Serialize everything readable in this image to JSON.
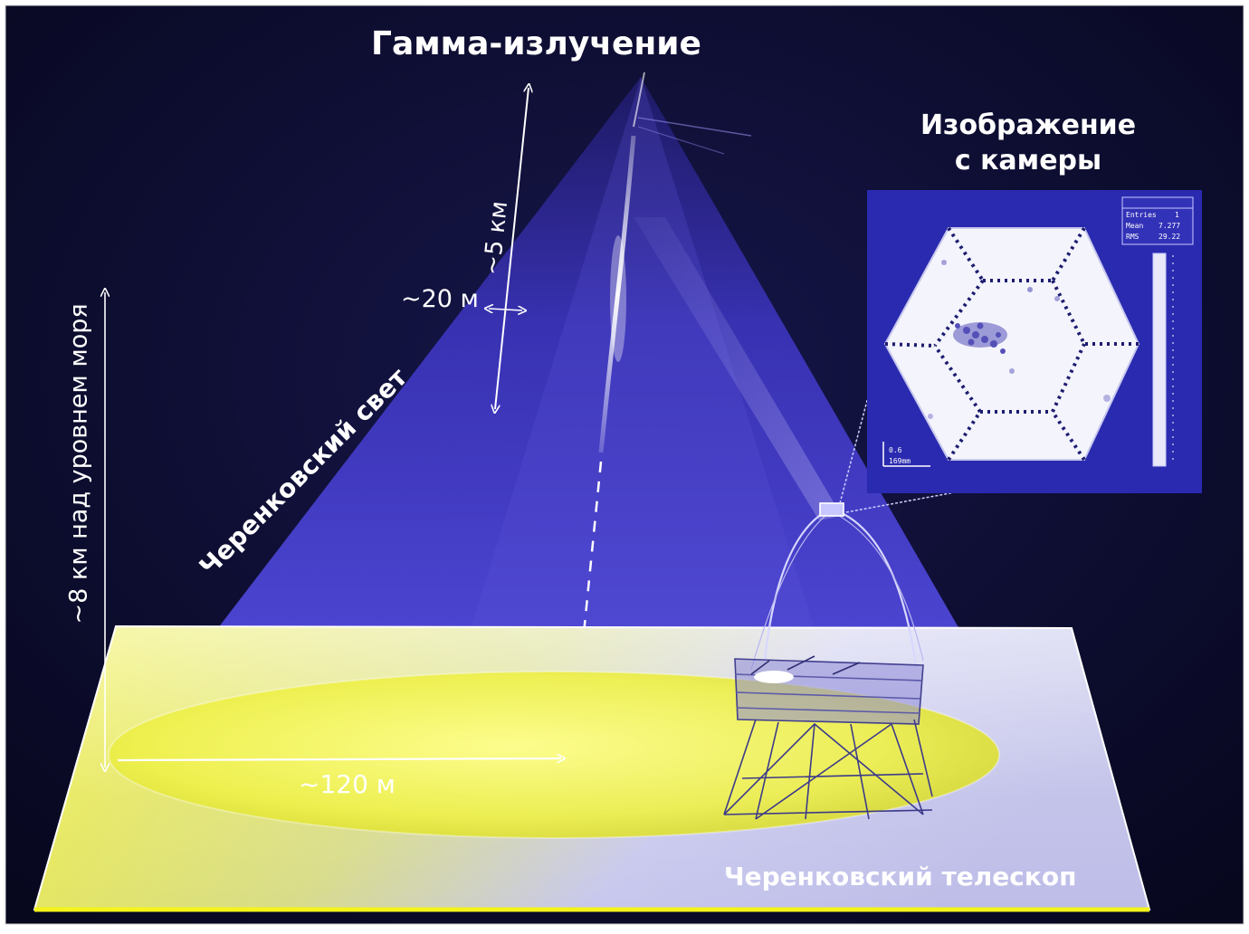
{
  "title": "Гамма-излучение",
  "labels": {
    "camera_image": [
      "Изображение",
      "с камеры"
    ],
    "shower_length": "~5 км",
    "shower_width": "~20 м",
    "altitude": "~8 км над уровнем моря",
    "cherenkov_light": "Черенковский свет",
    "pool_diameter": "~120 м",
    "telescope": "Черенковский телескоп"
  },
  "camera_panel": {
    "stats": [
      {
        "name": "Entries",
        "value": "1"
      },
      {
        "name": "Mean",
        "value": "7.277"
      },
      {
        "name": "RMS",
        "value": "29.22"
      }
    ],
    "scale_value": "0.6",
    "scale_unit": "169mm"
  },
  "colors": {
    "sky": "#0c0c35",
    "light_cone": "#3b34b8",
    "ground": "#e8ea20",
    "camera_bg": "#2a2ab0"
  }
}
